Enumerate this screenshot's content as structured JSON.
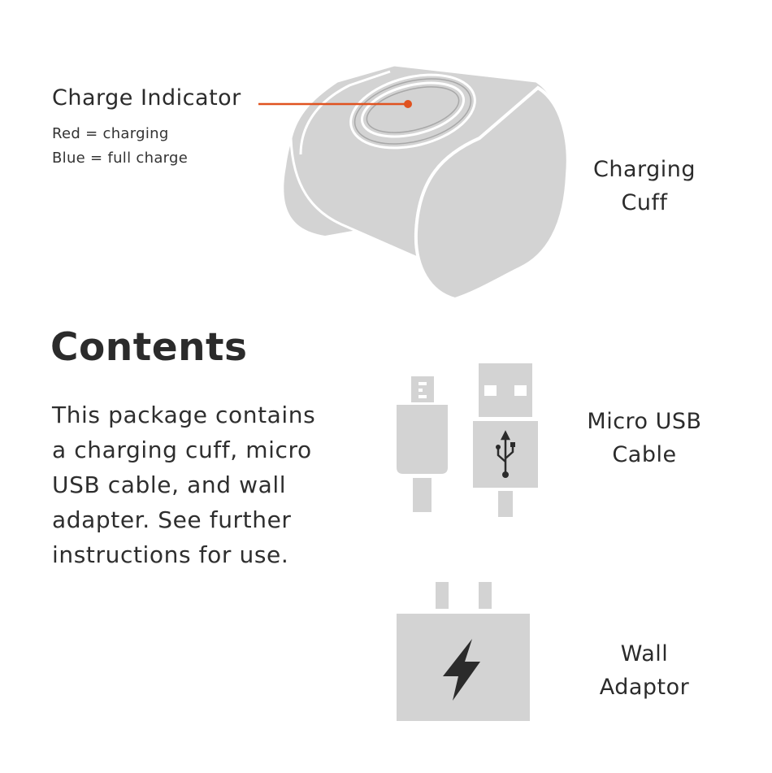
{
  "indicator": {
    "title": "Charge Indicator",
    "red_line": "Red = charging",
    "blue_line": "Blue = full charge",
    "line_color": "#e0521f"
  },
  "contents": {
    "title": "Contents",
    "lines": [
      "This package contains",
      "a charging cuff, micro",
      "USB cable, and wall",
      "adapter. See further",
      "instructions for use."
    ]
  },
  "items": {
    "cuff": {
      "line1": "Charging",
      "line2": "Cuff",
      "icon": "charging-cuff"
    },
    "usb": {
      "line1": "Micro USB",
      "line2": "Cable",
      "icon": "usb-symbol-icon"
    },
    "wall": {
      "line1": "Wall",
      "line2": "Adaptor",
      "icon": "lightning-bolt-icon"
    }
  },
  "colors": {
    "illustration_fill": "#d3d3d3",
    "illustration_stroke": "#ffffff",
    "text": "#2b2b2b",
    "accent": "#e0521f"
  }
}
